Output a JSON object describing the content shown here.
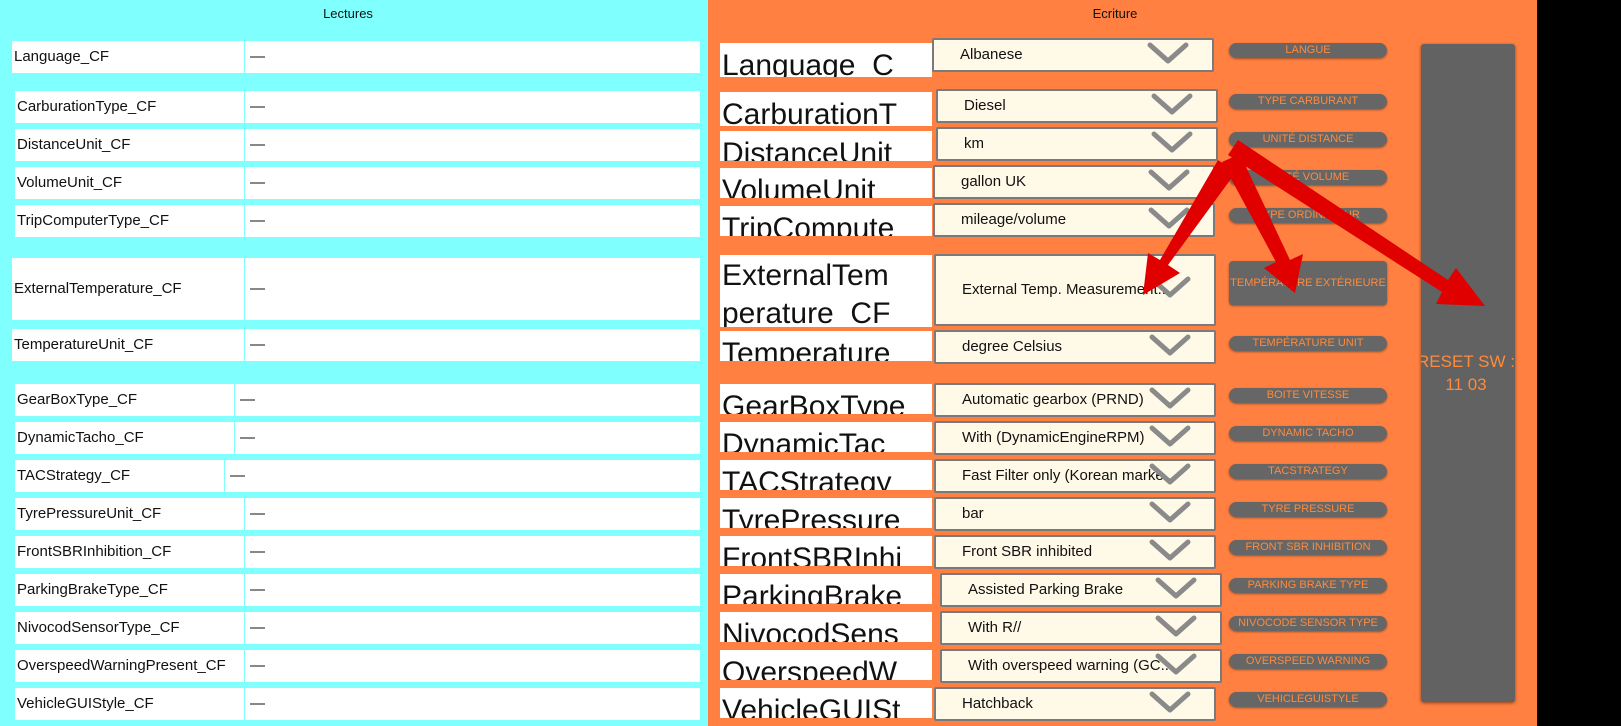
{
  "left_title": "Lectures",
  "right_title": "Ecriture",
  "left_rows": [
    {
      "label": "Language_CF",
      "value": "—"
    },
    {
      "label": "CarburationType_CF",
      "value": "—"
    },
    {
      "label": "DistanceUnit_CF",
      "value": "—"
    },
    {
      "label": "VolumeUnit_CF",
      "value": "—"
    },
    {
      "label": "TripComputerType_CF",
      "value": "—"
    },
    {
      "label": "ExternalTemperature_CF",
      "value": "—"
    },
    {
      "label": "TemperatureUnit_CF",
      "value": "—"
    },
    {
      "label": "GearBoxType_CF",
      "value": "—"
    },
    {
      "label": "DynamicTacho_CF",
      "value": "—"
    },
    {
      "label": "TACStrategy_CF",
      "value": "—"
    },
    {
      "label": "TyrePressureUnit_CF",
      "value": "—"
    },
    {
      "label": "FrontSBRInhibition_CF",
      "value": "—"
    },
    {
      "label": "ParkingBrakeType_CF",
      "value": "—"
    },
    {
      "label": "NivocodSensorType_CF",
      "value": "—"
    },
    {
      "label": "OverspeedWarningPresent_CF",
      "value": "—"
    },
    {
      "label": "VehicleGUIStyle_CF",
      "value": "—"
    }
  ],
  "right_rows": [
    {
      "label": "Language_C",
      "label2": "",
      "selected": "Albanese",
      "button": "LANGUE"
    },
    {
      "label": "CarburationT",
      "label2": "",
      "selected": "Diesel",
      "button": "TYPE CARBURANT"
    },
    {
      "label": "DistanceUnit",
      "label2": "",
      "selected": "km",
      "button": "UNITÉ DISTANCE"
    },
    {
      "label": "VolumeUnit",
      "label2": "",
      "selected": "gallon UK",
      "button": "UNITÉ VOLUME"
    },
    {
      "label": "TripCompute",
      "label2": "",
      "selected": "mileage/volume",
      "button": "TYPE ORDINATEUR"
    },
    {
      "label": "ExternalTem",
      "label2": "perature_CF",
      "selected": "External Temp. Measurement..",
      "button": "TEMPÉRATURE EXTÉRIEURE"
    },
    {
      "label": "Temperature",
      "label2": "",
      "selected": "degree Celsius",
      "button": "TEMPÉRATURE UNIT"
    },
    {
      "label": "GearBoxType",
      "label2": "",
      "selected": "Automatic gearbox (PRND)",
      "button": "BOITE VITESSE"
    },
    {
      "label": "DynamicTac",
      "label2": "",
      "selected": "With (DynamicEngineRPM)",
      "button": "DYNAMIC TACHO"
    },
    {
      "label": "TACStrategy",
      "label2": "",
      "selected": "Fast Filter only (Korean marke..",
      "button": "TACSTRATEGY"
    },
    {
      "label": "TyrePressure",
      "label2": "",
      "selected": "bar",
      "button": "TYRE PRESSURE"
    },
    {
      "label": "FrontSBRInhi",
      "label2": "",
      "selected": "Front SBR inhibited",
      "button": "FRONT SBR INHIBITION"
    },
    {
      "label": "ParkingBrake",
      "label2": "",
      "selected": "Assisted Parking Brake",
      "button": "PARKING BRAKE TYPE"
    },
    {
      "label": "NivocodSens",
      "label2": "",
      "selected": "With R//",
      "button": "NIVOCODE SENSOR TYPE"
    },
    {
      "label": "OverspeedW",
      "label2": "",
      "selected": "With overspeed warning (GC..",
      "button": "OVERSPEED WARNING"
    },
    {
      "label": "VehicleGUISt",
      "label2": "",
      "selected": "Hatchback",
      "button": "VEHICLEGUISTYLE"
    }
  ],
  "reset_button": {
    "line1": "RESET SW :",
    "line2": "11 03"
  },
  "colors": {
    "left_bg": "#80ffff",
    "right_bg": "#ff8040",
    "button_bg": "#666666",
    "button_text": "#ff8a3c",
    "arrow": "#e00000"
  }
}
